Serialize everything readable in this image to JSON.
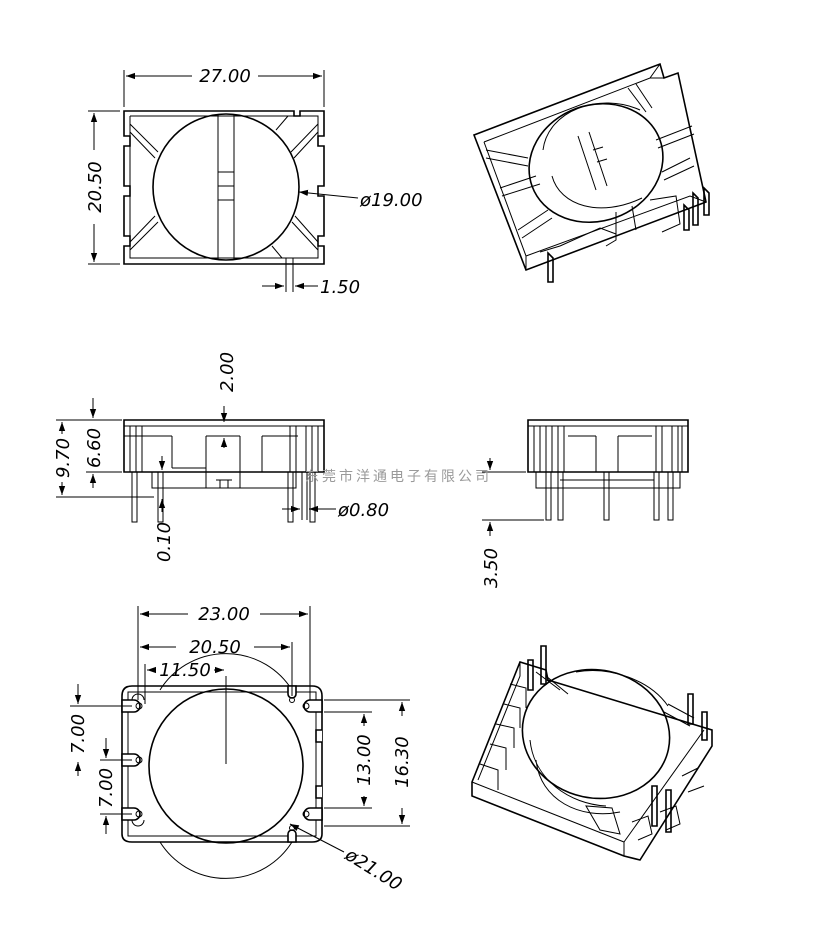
{
  "drawing": {
    "top_view": {
      "width": "27.00",
      "height": "20.50",
      "diameter": "ø19.00",
      "slot": "1.50"
    },
    "front_view": {
      "top_dim": "2.00",
      "total_height": "9.70",
      "body_height": "6.60",
      "standoff": "0.10",
      "pin_diameter": "ø0.80"
    },
    "side_view": {
      "pin_length": "3.50"
    },
    "bottom_view": {
      "width": "23.00",
      "pin_span": "20.50",
      "half_span": "11.50",
      "pin_pitch_1": "7.00",
      "pin_pitch_2": "7.00",
      "inner_span": "13.00",
      "outer_span": "16.30",
      "diameter": "ø21.00"
    },
    "watermark": "东莞市洋通电子有限公司"
  }
}
